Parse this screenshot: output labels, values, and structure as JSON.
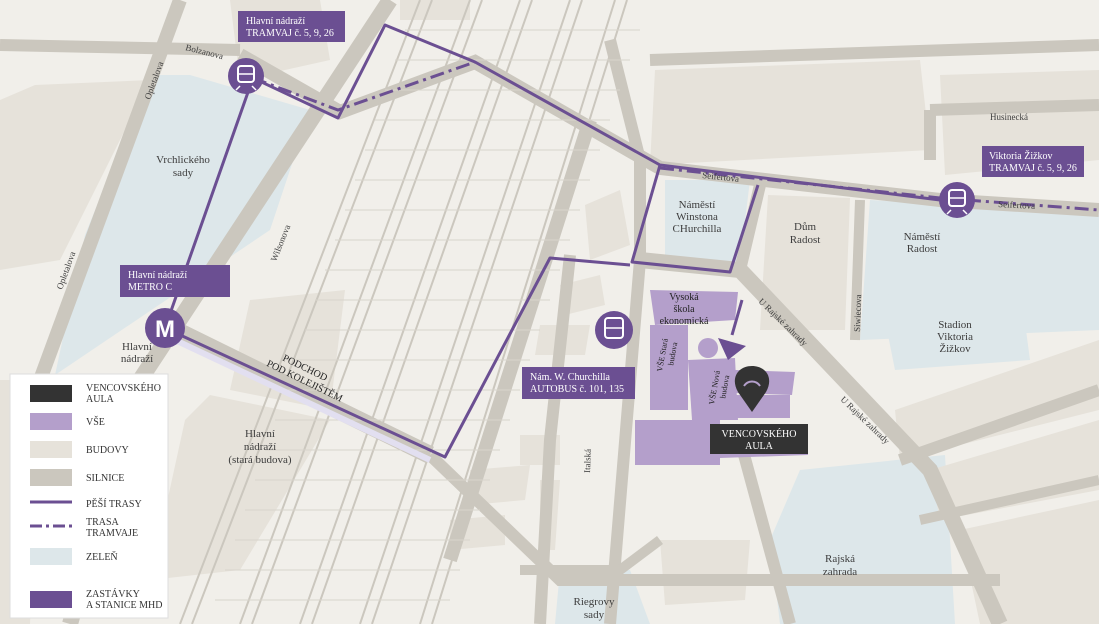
{
  "colors": {
    "background": "#f1efea",
    "building": "#e6e2da",
    "road": "#cbc7be",
    "green": "#dde7ea",
    "vse": "#b49fcb",
    "route": "#6b4f92",
    "stop": "#6b4f92",
    "aula": "#333333"
  },
  "stops": {
    "hlavni_tram": {
      "line1": "Hlavní nádraží",
      "line2": "TRAMVAJ č. 5, 9, 26"
    },
    "viktoria": {
      "line1": "Viktoria Žižkov",
      "line2": "TRAMVAJ č. 5, 9, 26"
    },
    "metro": {
      "line1": "Hlavní nádraží",
      "line2": "METRO C",
      "icon_letter": "M"
    },
    "autobus": {
      "line1": "Nám. W. Churchilla",
      "line2": "AUTOBUS č. 101, 135"
    }
  },
  "aula": {
    "line1": "VENCOVSKÉHO",
    "line2": "AULA"
  },
  "streets": {
    "bolzanova": "Bolzanova",
    "opletalova1": "Opletalova",
    "opletalova2": "Opletalova",
    "wilsonova": "Wilsonova",
    "seifertova1": "Seifertova",
    "seifertova2": "Seifertova",
    "husinecka": "Husinecká",
    "italska": "Italská",
    "rajska1": "U Rajské zahrady",
    "rajska2": "U Rajské zahrady",
    "siwiecova": "Siwiecova"
  },
  "places": {
    "vrchlickeho": [
      "Vrchlického",
      "sady"
    ],
    "hlavni_nadrazi": [
      "Hlavní",
      "nádraží"
    ],
    "hlavni_stara": [
      "Hlavní",
      "nádraží",
      "(stará budova)"
    ],
    "namesti_wc": [
      "Náměstí",
      "Winstona",
      "CHurchilla"
    ],
    "dum_radost": [
      "Dům",
      "Radost"
    ],
    "namesti_radost": [
      "Náměstí",
      "Radost"
    ],
    "stadion": [
      "Stadion",
      "Viktoria",
      "Žižkov"
    ],
    "rajska_zahrada": [
      "Rajská",
      "zahrada"
    ],
    "riegrovy": [
      "Riegrovy",
      "sady"
    ],
    "podchod": [
      "PODCHOD",
      "POD KOLEJIŠTĚM"
    ],
    "vse_main": [
      "Vysoká",
      "škola",
      "ekonomická"
    ],
    "vse_stara": [
      "VŠE Stará",
      "budova"
    ],
    "vse_nova": [
      "VŠE Nová",
      "budova"
    ]
  },
  "legend": [
    {
      "label": [
        "VENCOVSKÉHO",
        "AULA"
      ],
      "color": "#333333",
      "kind": "swatch"
    },
    {
      "label": [
        "VŠE"
      ],
      "color": "#b49fcb",
      "kind": "swatch"
    },
    {
      "label": [
        "BUDOVY"
      ],
      "color": "#e6e2da",
      "kind": "swatch"
    },
    {
      "label": [
        "SILNICE"
      ],
      "color": "#cbc7be",
      "kind": "swatch"
    },
    {
      "label": [
        "PĚŠÍ TRASY"
      ],
      "color": "#6b4f92",
      "kind": "line"
    },
    {
      "label": [
        "TRASA",
        "TRAMVAJE"
      ],
      "color": "#6b4f92",
      "kind": "dash"
    },
    {
      "label": [
        "ZELEŇ"
      ],
      "color": "#dde7ea",
      "kind": "swatch"
    },
    {
      "label": [
        "ZASTÁVKY",
        "A STANICE MHD"
      ],
      "color": "#6b4f92",
      "kind": "swatch"
    }
  ]
}
